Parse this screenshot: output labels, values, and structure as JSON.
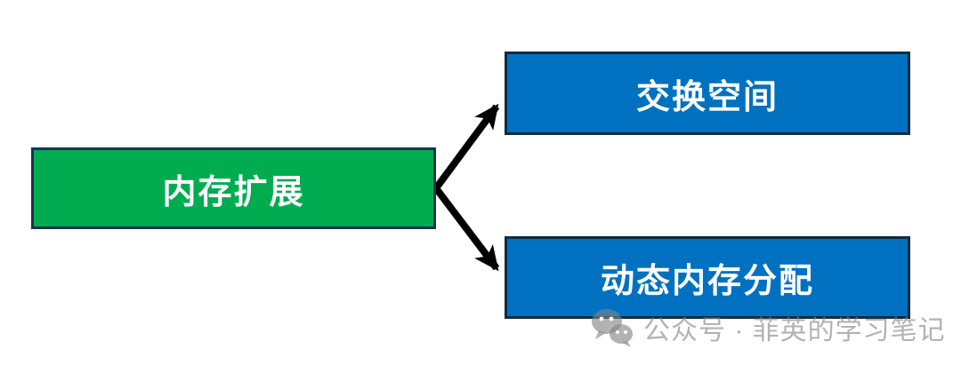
{
  "diagram": {
    "type": "flowchart",
    "direction": "left-to-right",
    "root": {
      "id": "memory-expansion",
      "label": "内存扩展",
      "fill_color": "#00AC4F",
      "border_color": "#17344E",
      "text_color": "#FFFFFF"
    },
    "children": [
      {
        "id": "swap-space",
        "label": "交换空间",
        "fill_color": "#0071C1",
        "border_color": "#122B3F",
        "text_color": "#FFFFFF"
      },
      {
        "id": "dynamic-memory-allocation",
        "label": "动态内存分配",
        "fill_color": "#0071C1",
        "border_color": "#122B3F",
        "text_color": "#FFFFFF"
      }
    ],
    "connections": [
      {
        "from": "内存扩展",
        "to": "交换空间",
        "style": "arrow",
        "color": "#000000"
      },
      {
        "from": "内存扩展",
        "to": "动态内存分配",
        "style": "arrow",
        "color": "#000000"
      }
    ]
  },
  "watermark": {
    "icon": "wechat-icon",
    "text": "公众号 · 菲英的学习笔记",
    "color": "#ABABAB"
  }
}
